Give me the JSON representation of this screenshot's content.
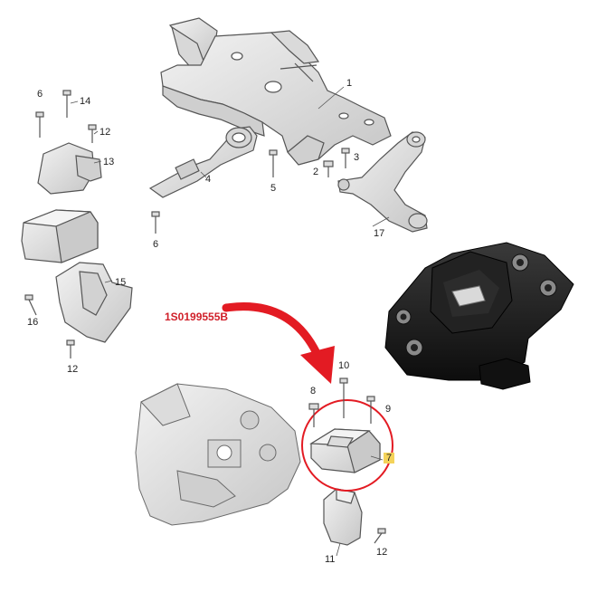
{
  "diagram": {
    "part_number": "1S0199555B",
    "callouts": [
      {
        "id": "c1",
        "text": "1"
      },
      {
        "id": "c2",
        "text": "2"
      },
      {
        "id": "c3",
        "text": "3"
      },
      {
        "id": "c4",
        "text": "4"
      },
      {
        "id": "c5",
        "text": "5"
      },
      {
        "id": "c6a",
        "text": "6"
      },
      {
        "id": "c6b",
        "text": "6"
      },
      {
        "id": "c7",
        "text": "7"
      },
      {
        "id": "c8",
        "text": "8"
      },
      {
        "id": "c9",
        "text": "9"
      },
      {
        "id": "c10",
        "text": "10"
      },
      {
        "id": "c11",
        "text": "11"
      },
      {
        "id": "c12a",
        "text": "12"
      },
      {
        "id": "c12b",
        "text": "12"
      },
      {
        "id": "c12c",
        "text": "12"
      },
      {
        "id": "c13",
        "text": "13"
      },
      {
        "id": "c14",
        "text": "14"
      },
      {
        "id": "c15",
        "text": "15"
      },
      {
        "id": "c16",
        "text": "16"
      },
      {
        "id": "c17",
        "text": "17"
      }
    ],
    "colors": {
      "line": "#555555",
      "part_fill": "#e6e6e6",
      "part_shade": "#c8c8c8",
      "rubber": "#1a1a1a",
      "arrow": "#e31b23",
      "highlight_circle": "#e31b23",
      "label_highlight": "#f4d35a"
    }
  }
}
